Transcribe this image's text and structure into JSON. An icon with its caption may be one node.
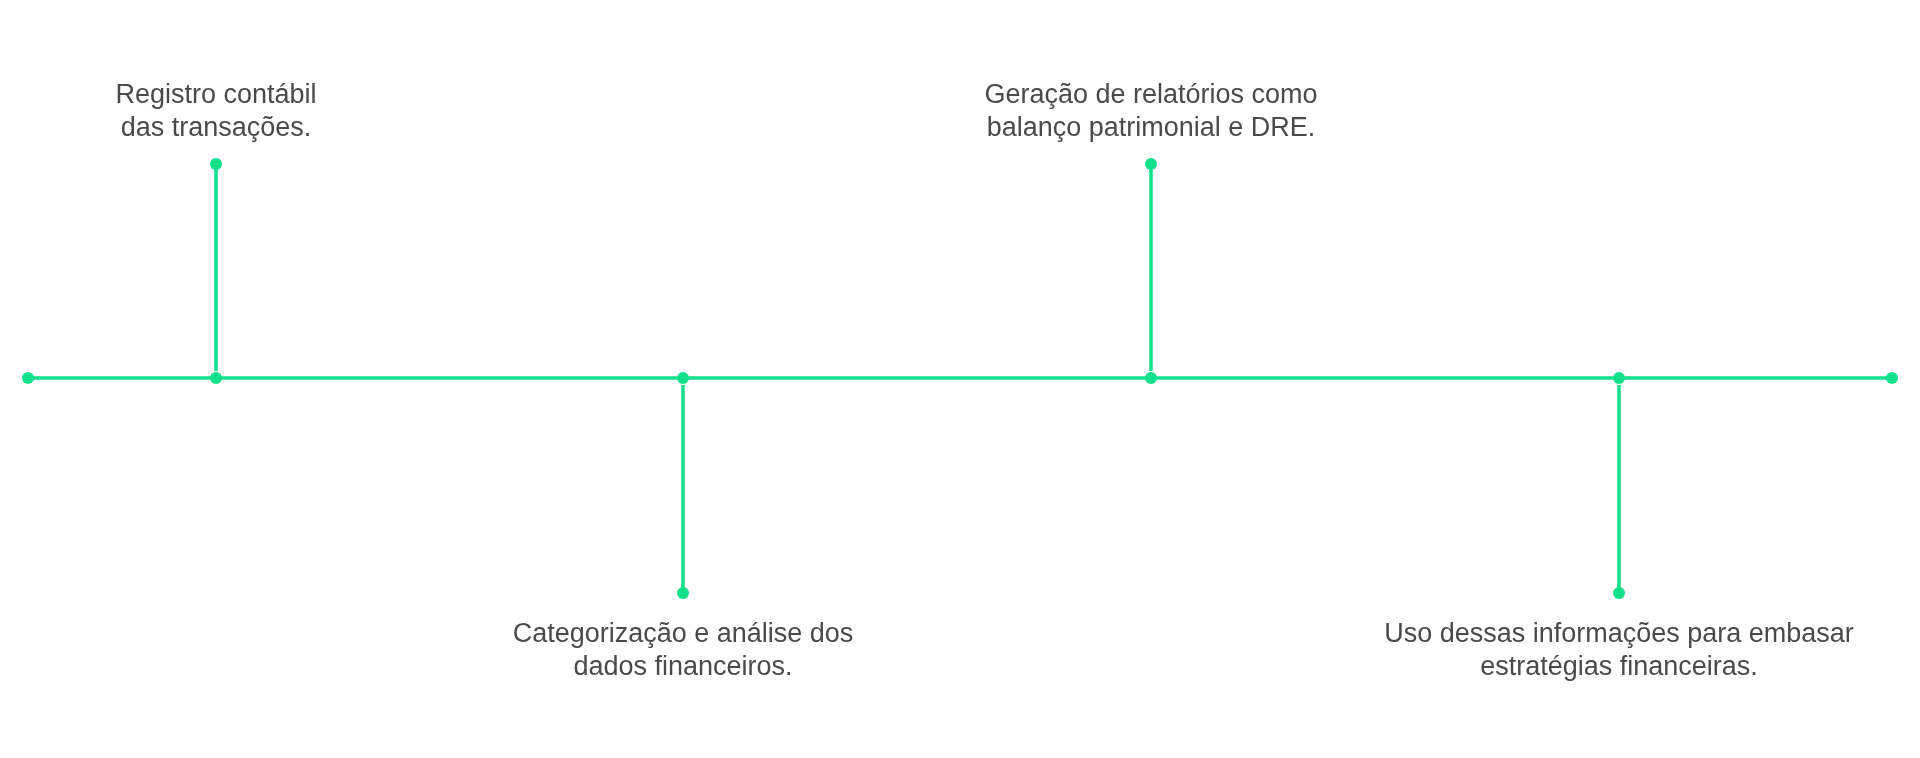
{
  "diagram": {
    "nodes": [
      {
        "text": [
          "Registro contábil das transações."
        ]
      },
      {
        "text": [
          "Categorização e análise dos dados financeiros."
        ]
      },
      {
        "text": [
          "Geração de relatórios como balanço patrimonial e DRE."
        ]
      },
      {
        "text": [
          "Uso dessas informações para embasar estratégias financeiras."
        ]
      },
      {
        "text": [],
        "shape": "bar"
      }
    ],
    "edges": [
      {
        "from": 0,
        "to": 4,
        "arrow": "other"
      },
      {
        "from": 1,
        "to": 4,
        "arrow": "other"
      },
      {
        "from": 2,
        "to": 4,
        "arrow": "other"
      },
      {
        "from": 3,
        "to": 4,
        "arrow": "other"
      }
    ]
  }
}
